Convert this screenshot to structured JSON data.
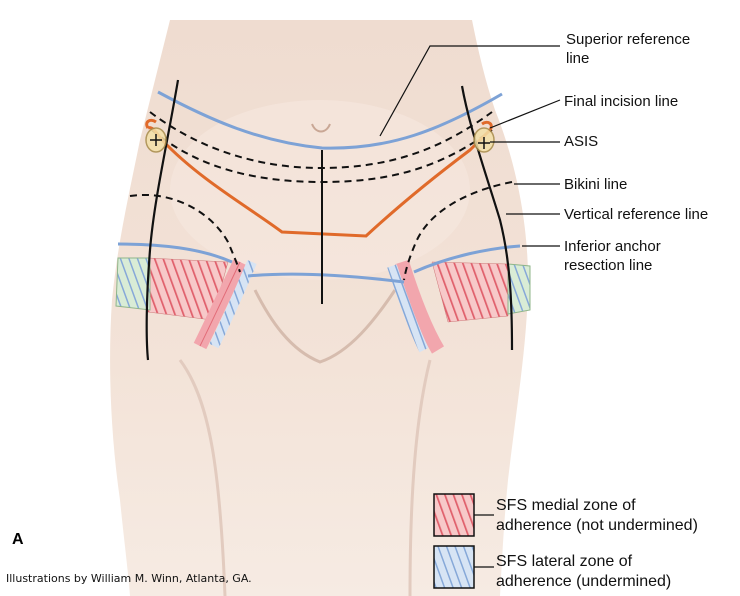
{
  "labels": {
    "superior_reference_1": "Superior reference",
    "superior_reference_2": "line",
    "final_incision": "Final incision line",
    "asis": "ASIS",
    "bikini": "Bikini line",
    "vertical_reference": "Vertical reference line",
    "inferior_anchor_1": "Inferior anchor",
    "inferior_anchor_2": "resection line"
  },
  "legend": {
    "medial_1": "SFS medial zone of",
    "medial_2": "adherence (not undermined)",
    "lateral_1": "SFS lateral zone of",
    "lateral_2": "adherence (undermined)"
  },
  "panel_letter": "A",
  "credit": "Illustrations by William M. Winn, Atlanta, GA.",
  "colors": {
    "blue_line": "#7da2d6",
    "incision": "#e06a2a",
    "skin": "#f1dfd3",
    "medial_zone": "#e8707a",
    "lateral_zone": "#8fb2dd"
  }
}
